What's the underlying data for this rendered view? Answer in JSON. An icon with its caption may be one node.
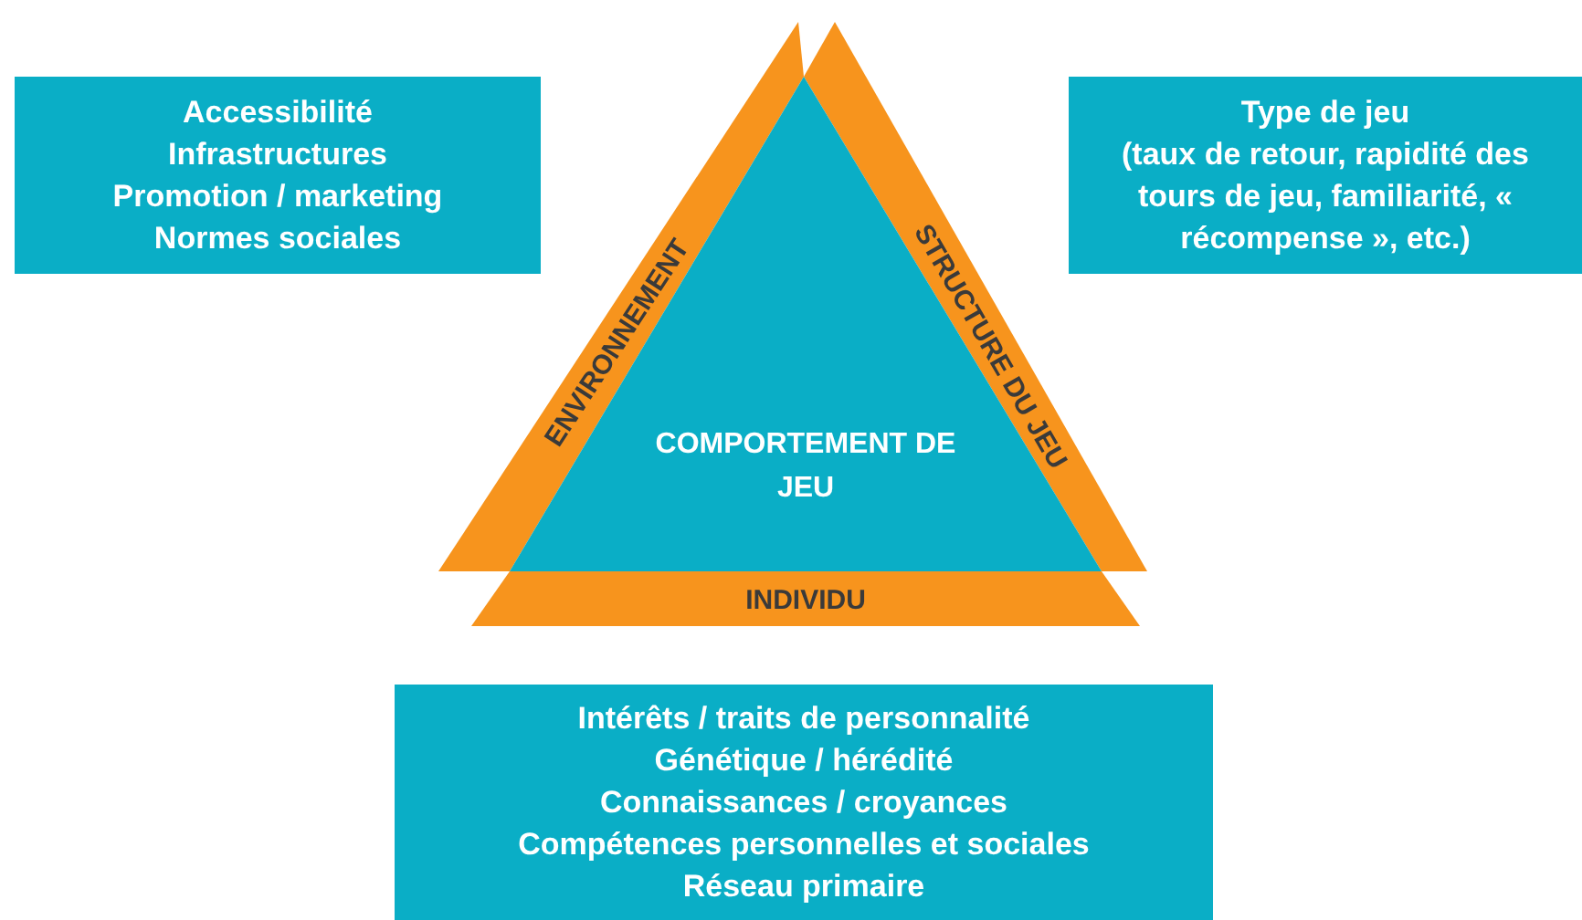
{
  "diagram": {
    "nodes": [
      {
        "text": [
          "Accessibilité",
          "Infrastructures",
          "Promotion / marketing",
          "Normes sociales"
        ]
      },
      {
        "text": [
          "Type de jeu",
          "(taux de retour, rapidité des tours de jeu, familiarité, « récompense », etc.)"
        ]
      },
      {
        "text": [
          "ENVIRONNEMENT"
        ]
      },
      {
        "text": [
          "STRUCTURE DU JEU"
        ]
      },
      {
        "text": [
          "INDIVIDU"
        ]
      },
      {
        "text": [
          "COMPORTEMENT DE JEU"
        ]
      },
      {
        "text": [
          "Intérêts / traits de personnalité",
          "Génétique / hérédité",
          "Connaissances / croyances",
          "Compétences personnelles et sociales",
          "Réseau primaire"
        ]
      }
    ]
  }
}
